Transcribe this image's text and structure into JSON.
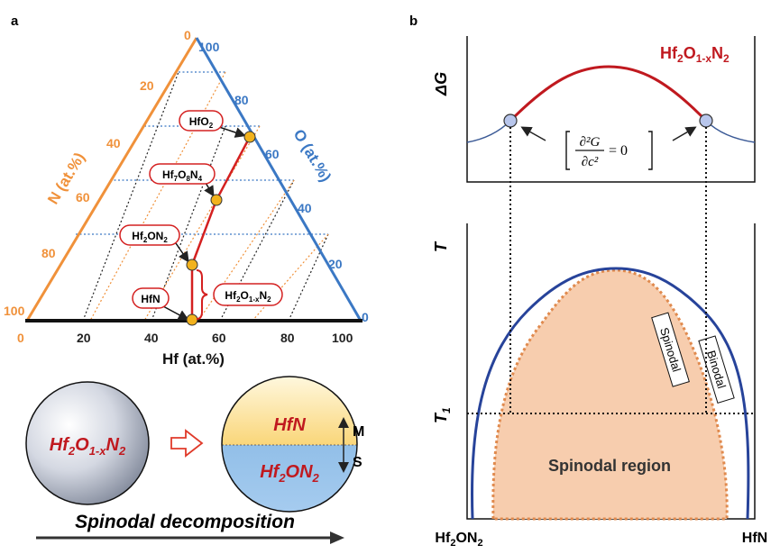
{
  "panels": {
    "a": "a",
    "b": "b"
  },
  "ternary": {
    "n_axis_label": "N (at.%)",
    "o_axis_label": "O (at.%)",
    "hf_axis_label": "Hf (at.%)",
    "n_ticks": [
      "0",
      "20",
      "40",
      "60",
      "80",
      "100"
    ],
    "o_ticks": [
      "100",
      "80",
      "60",
      "40",
      "20",
      "0"
    ],
    "hf_ticks": [
      "0",
      "20",
      "40",
      "60",
      "80",
      "100"
    ],
    "compounds": [
      {
        "label_main": "HfO",
        "label_sub": "2"
      },
      {
        "label_main": "Hf",
        "label_sub": "7",
        "label_main2": "O",
        "label_sub2": "8",
        "label_main3": "N",
        "label_sub3": "4"
      },
      {
        "label_main": "Hf",
        "label_sub": "2",
        "label_main2": "ON",
        "label_sub2": "2"
      },
      {
        "label_main": "HfN",
        "label_sub": ""
      }
    ],
    "range_label": {
      "p1": "Hf",
      "s1": "2",
      "p2": "O",
      "s2": "1-x",
      "p3": "N",
      "s3": "2"
    },
    "colors": {
      "n": "#f0913a",
      "o": "#3b78c4",
      "line": "#d42020",
      "point": "#f2b21d"
    }
  },
  "decomposition": {
    "left_sphere": {
      "p1": "Hf",
      "s1": "2",
      "p2": "O",
      "s2": "1-x",
      "p3": "N",
      "s3": "2"
    },
    "top_phase": "HfN",
    "bottom_phase": {
      "p1": "Hf",
      "s1": "2",
      "p2": "ON",
      "s2": "2"
    },
    "m_label": "M",
    "s_label": "S",
    "caption": "Spinodal decomposition"
  },
  "energy": {
    "y_label": "ΔG",
    "curve_label": {
      "p1": "Hf",
      "s1": "2",
      "p2": "O",
      "s2": "1-x",
      "p3": "N",
      "s3": "2"
    },
    "equation": {
      "num": "∂²G",
      "den": "∂c²",
      "rhs": "= 0"
    }
  },
  "phase": {
    "y_label": "T",
    "t1_label": "T",
    "t1_sub": "1",
    "spinodal_label": "Spinodal",
    "binodal_label": "Binodal",
    "region_label": "Spinodal region",
    "x_left": {
      "p1": "Hf",
      "s1": "2",
      "p2": "ON",
      "s2": "2"
    },
    "x_right": "HfN"
  }
}
